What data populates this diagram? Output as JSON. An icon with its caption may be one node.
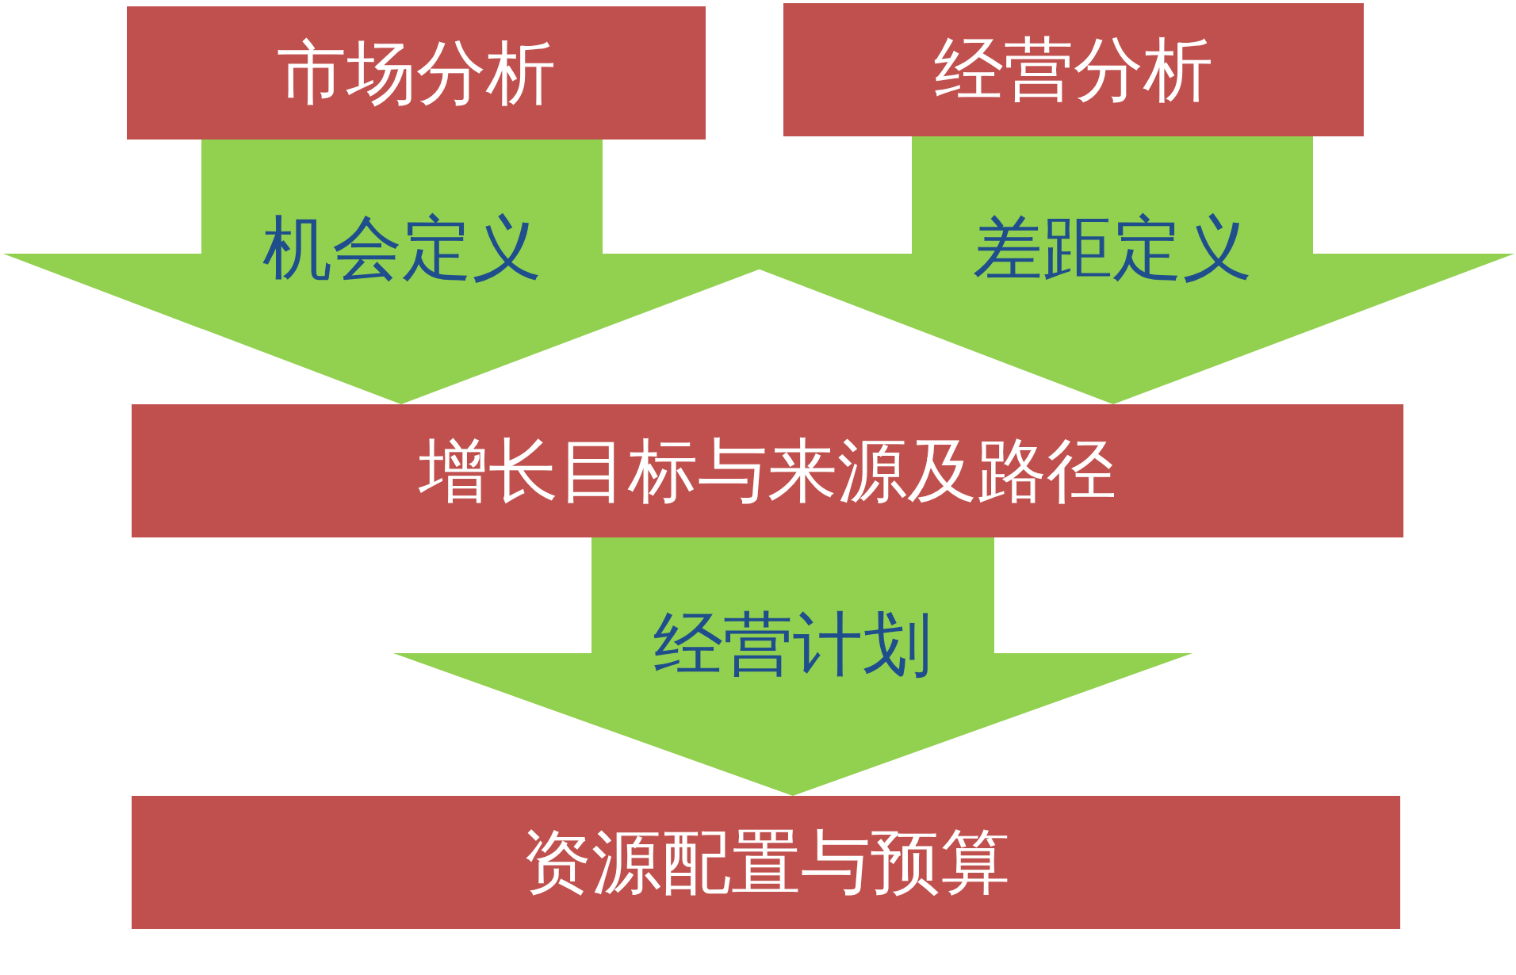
{
  "diagram": {
    "nodes": [
      {
        "text": [
          "市场分析"
        ]
      },
      {
        "text": [
          "经营分析"
        ]
      },
      {
        "text": [
          "增长目标与来源及路径"
        ]
      },
      {
        "text": [
          "资源配置与预算"
        ]
      }
    ],
    "edges": [
      {
        "from": 0,
        "to": 2,
        "arrow": "to",
        "label": "机会定义"
      },
      {
        "from": 1,
        "to": 2,
        "arrow": "to",
        "label": "差距定义"
      },
      {
        "from": 2,
        "to": 3,
        "arrow": "to",
        "label": "经营计划"
      }
    ]
  }
}
